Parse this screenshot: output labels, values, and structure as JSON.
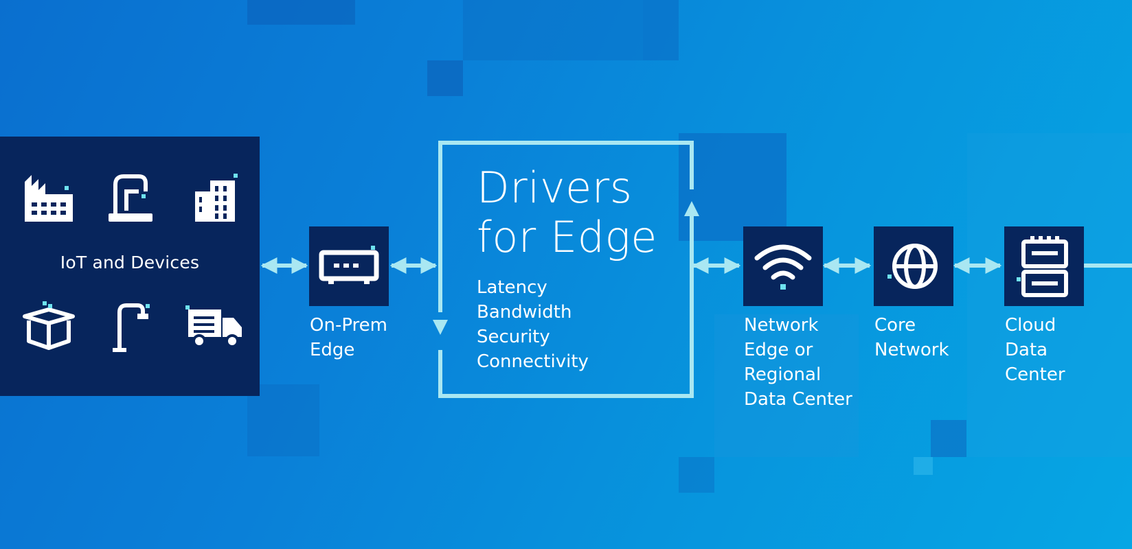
{
  "colors": {
    "navy": "#07255c",
    "arrow": "#a9e7f2",
    "accent": "#6ee2ef",
    "bg_blue": "#0a80d8"
  },
  "iot": {
    "label": "IoT and Devices",
    "icons": [
      "factory-icon",
      "robot-arm-icon",
      "office-building-icon",
      "package-icon",
      "street-lamp-icon",
      "delivery-truck-icon"
    ]
  },
  "drivers": {
    "title_line1": "Drivers",
    "title_line2": "for Edge",
    "items": [
      "Latency",
      "Bandwidth",
      "Security",
      "Connectivity"
    ]
  },
  "nodes": [
    {
      "icon": "router-icon",
      "label_lines": [
        "On-Prem",
        "Edge"
      ]
    },
    {
      "icon": "wifi-icon",
      "label_lines": [
        "Network",
        "Edge or",
        "Regional",
        "Data Center"
      ]
    },
    {
      "icon": "globe-icon",
      "label_lines": [
        "Core",
        "Network"
      ]
    },
    {
      "icon": "server-icon",
      "label_lines": [
        "Cloud",
        "Data",
        "Center"
      ]
    }
  ]
}
